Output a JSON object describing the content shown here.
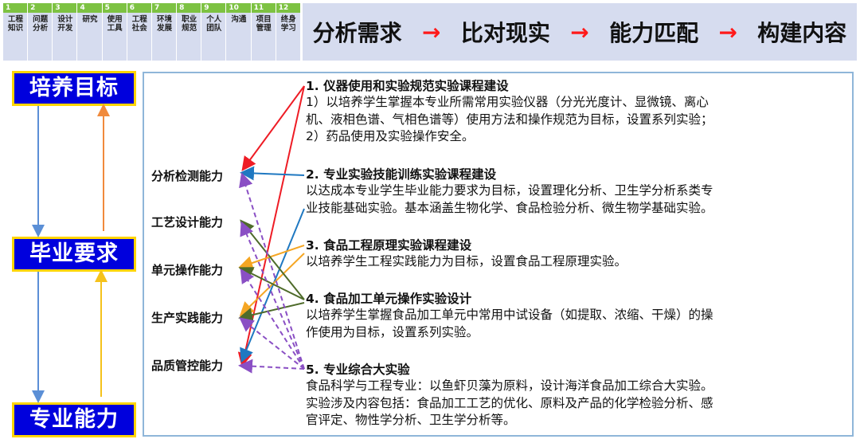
{
  "competency_table": [
    {
      "num": "1",
      "label": "工程知识"
    },
    {
      "num": "2",
      "label": "问题分析"
    },
    {
      "num": "3",
      "label": "设计开发"
    },
    {
      "num": "4",
      "label": "研究"
    },
    {
      "num": "5",
      "label": "使用工具"
    },
    {
      "num": "6",
      "label": "工程社会"
    },
    {
      "num": "7",
      "label": "环境发展"
    },
    {
      "num": "8",
      "label": "职业规范"
    },
    {
      "num": "9",
      "label": "个人团队"
    },
    {
      "num": "10",
      "label": "沟通"
    },
    {
      "num": "11",
      "label": "项目管理"
    },
    {
      "num": "12",
      "label": "终身学习"
    }
  ],
  "banner": {
    "steps": [
      "分析需求",
      "比对现实",
      "能力匹配",
      "构建内容"
    ],
    "arrow": "→"
  },
  "left": {
    "goal": "培养目标",
    "requirement": "毕业要求",
    "ability": "专业能力"
  },
  "abilities": [
    "分析检测能力",
    "工艺设计能力",
    "单元操作能力",
    "生产实践能力",
    "品质管控能力"
  ],
  "courses": [
    {
      "title": "1. 仪器使用和实验规范实验课程建设",
      "lines": [
        "1）以培养学生掌握本专业所需常用实验仪器（分光光度计、显微镜、离心",
        "机、液相色谱、气相色谱等）使用方法和操作规范为目标，设置系列实验；",
        "2）药品使用及实验操作安全。"
      ]
    },
    {
      "title": "2. 专业实验技能训练实验课程建设",
      "lines": [
        "以达成本专业学生毕业能力要求为目标，设置理化分析、卫生学分析系类专",
        "业技能基础实验。基本涵盖生物化学、食品检验分析、微生物学基础实验。"
      ]
    },
    {
      "title": "3. 食品工程原理实验课程建设",
      "lines": [
        "以培养学生工程实践能力为目标，设置食品工程原理实验。"
      ]
    },
    {
      "title": "4. 食品加工单元操作实验设计",
      "lines": [
        "以培养学生掌握食品加工单元中常用中试设备（如提取、浓缩、干燥）的操",
        "作使用为目标，设置系列实验。"
      ]
    },
    {
      "title": "5. 专业综合大实验",
      "lines": [
        "食品科学与工程专业：以鱼虾贝藻为原料，设计海洋食品加工综合大实验。",
        "实验涉及内容包括：食品加工工艺的优化、原料及产品的化学检验分析、感",
        "官评定、物性学分析、卫生学分析等。"
      ]
    }
  ],
  "colors": {
    "red": "#ee1c25",
    "blue": "#1f78c1",
    "orange": "#f5a623",
    "olive": "#4e6b2a",
    "purple": "#8a4fc4",
    "goal_arrow": "#f08a3c",
    "req_arrow": "#f5c21b",
    "down_arrow": "#5b8fd6"
  }
}
